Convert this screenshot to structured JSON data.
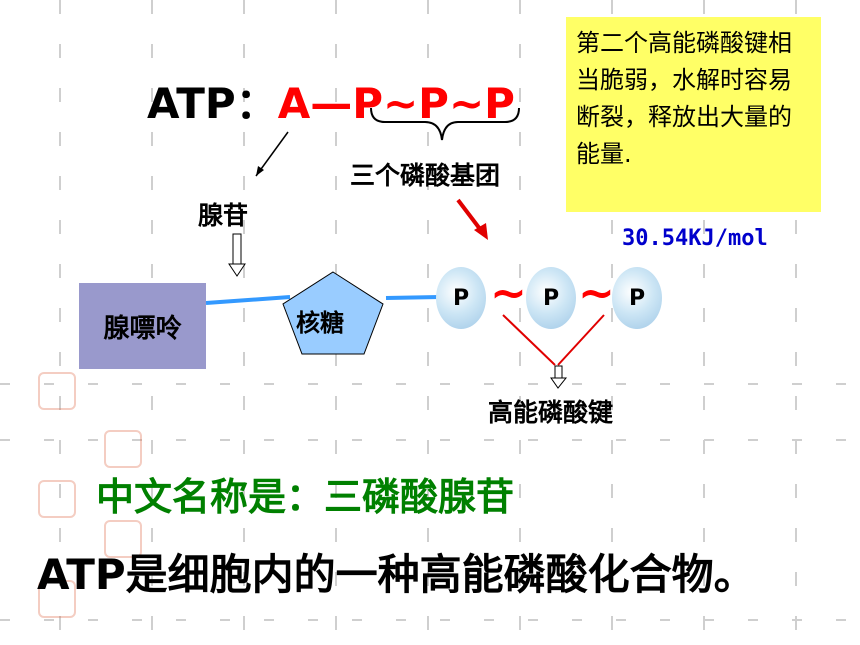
{
  "title": {
    "prefix": "ATP：",
    "formula": "A—P~P~P"
  },
  "note": {
    "text": "第二个高能磷酸键相当脆弱，水解时容易断裂，释放出大量的能量."
  },
  "energy_value": "30.54KJ/mol",
  "labels": {
    "adenosine": "腺苷",
    "three_phosphates": "三个磷酸基团",
    "adenine": "腺嘌呤",
    "ribose": "核糖",
    "phosphate": "P",
    "tilde": "~",
    "high_energy_bond": "高能磷酸键"
  },
  "chinese_name": "中文名称是：三磷酸腺苷",
  "summary": "ATP是细胞内的一种高能磷酸化合物。",
  "colors": {
    "formula": "#ff0000",
    "note_bg": "#ffff66",
    "energy_text": "#0000cc",
    "adenine_box": "#9999cc",
    "ribose": "#99ccff",
    "bond_line": "#3399ff",
    "chinese_name": "#008000"
  }
}
